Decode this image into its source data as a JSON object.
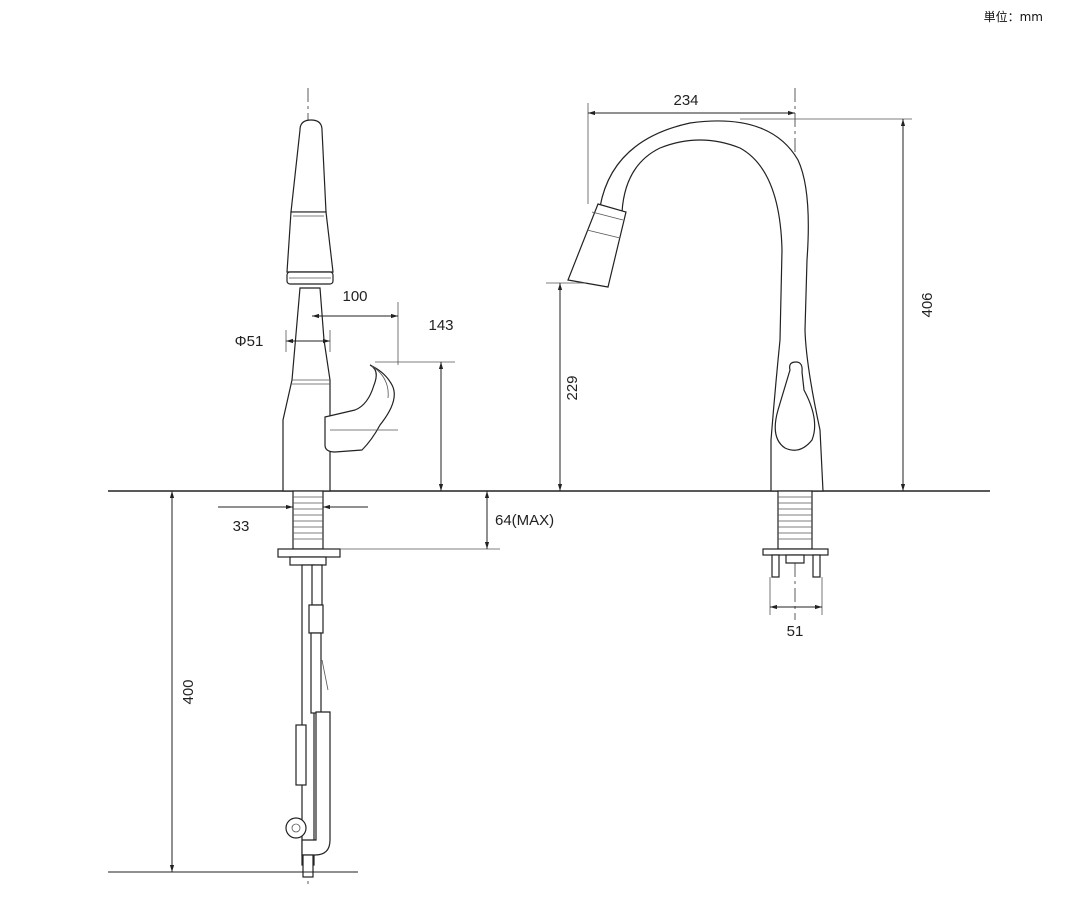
{
  "unit_label": "単位：mm",
  "dimensions": {
    "spout_reach": "100",
    "base_diameter": "Φ51",
    "handle_height": "143",
    "shank_diameter": "33",
    "deck_thickness": "64(MAX)",
    "supply_length": "400",
    "gooseneck_reach": "234",
    "spray_height": "229",
    "total_height": "406",
    "base_width": "51"
  },
  "colors": {
    "line": "#222222",
    "background": "#ffffff"
  }
}
